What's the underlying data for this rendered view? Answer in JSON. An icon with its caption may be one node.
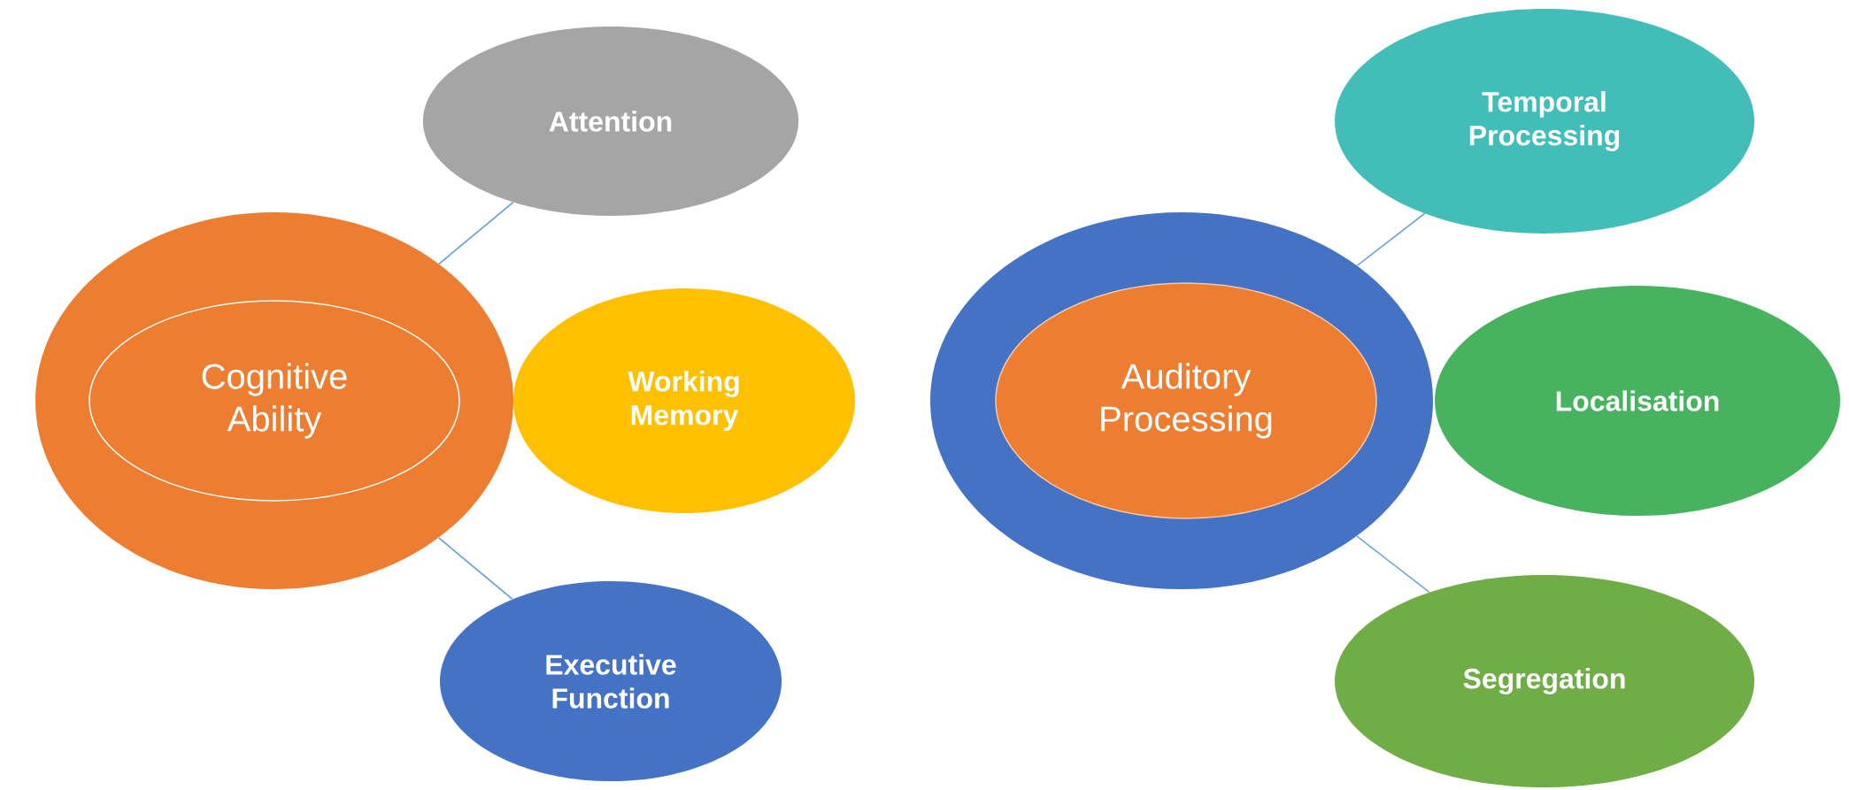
{
  "diagram": {
    "nodes": [
      {
        "text": [],
        "shape": "ellipse"
      },
      {
        "text": [
          "Cognitive Ability"
        ],
        "in": 0
      },
      {
        "text": [
          "Attention"
        ]
      },
      {
        "text": [
          "Working Memory"
        ]
      },
      {
        "text": [
          "Executive Function"
        ]
      },
      {
        "text": [],
        "shape": "ellipse"
      },
      {
        "text": [
          "Auditory Processing"
        ],
        "in": 5
      },
      {
        "text": [
          "Temporal Processing"
        ]
      },
      {
        "text": [
          "Localisation"
        ]
      },
      {
        "text": [
          "Segregation"
        ]
      }
    ],
    "edges": [
      {
        "from": 0,
        "to": 2,
        "arrow": "none"
      },
      {
        "from": 0,
        "to": 4,
        "arrow": "none"
      },
      {
        "from": 5,
        "to": 7,
        "arrow": "none"
      },
      {
        "from": 5,
        "to": 9,
        "arrow": "none"
      }
    ]
  }
}
